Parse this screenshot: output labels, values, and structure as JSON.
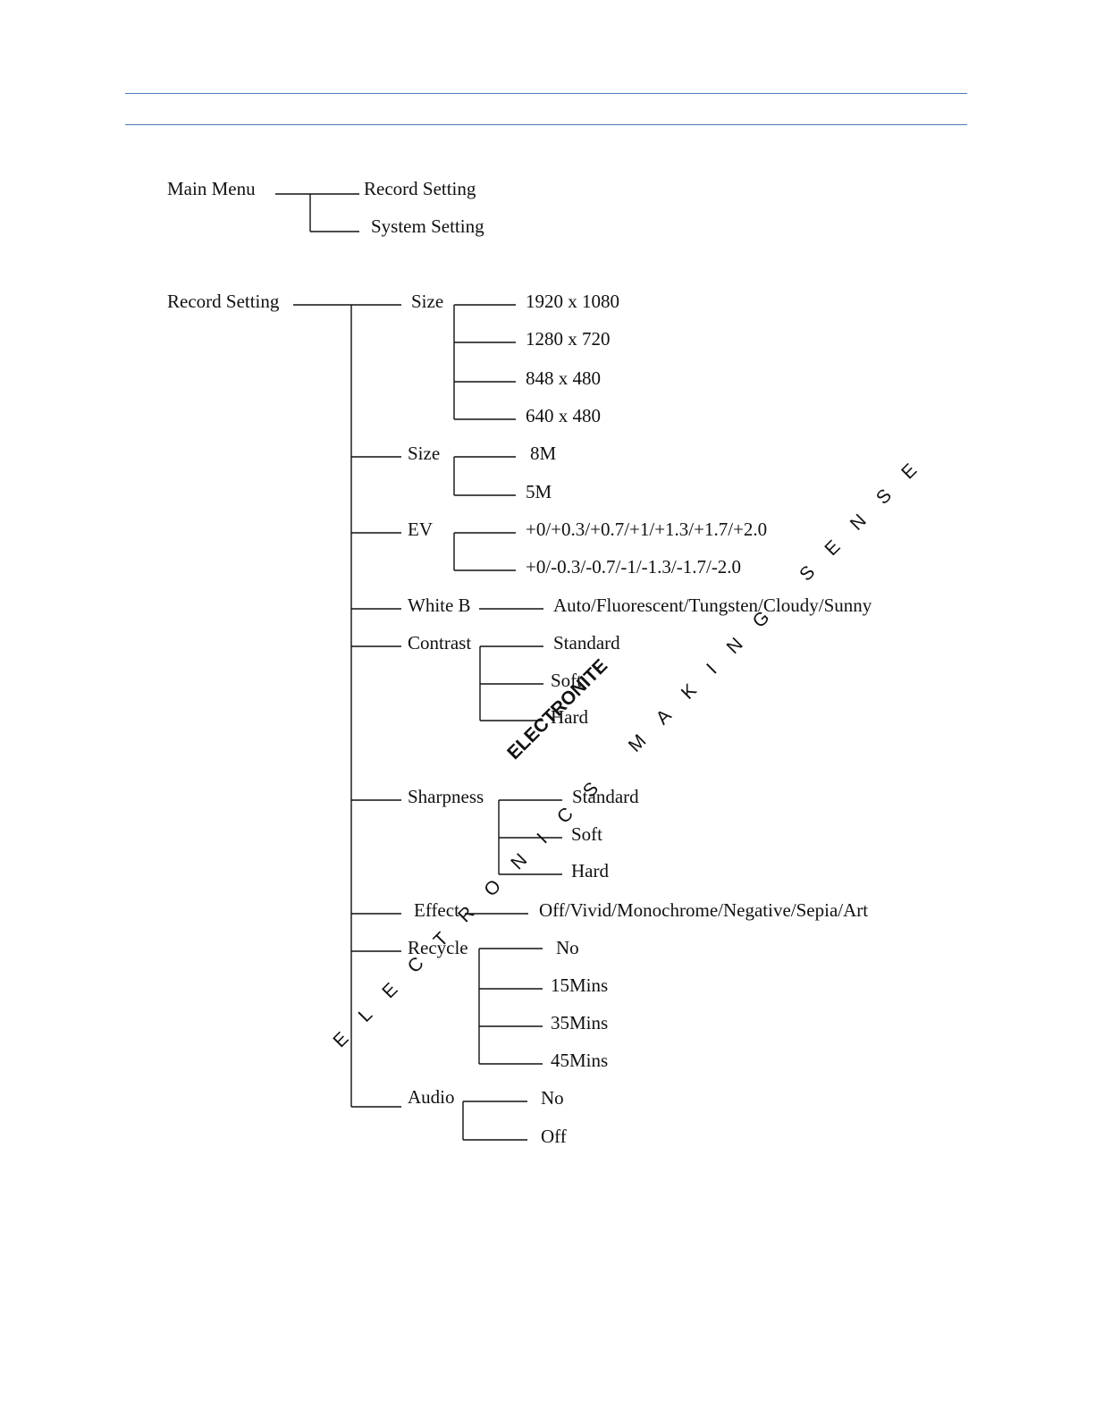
{
  "watermark": {
    "logo_text": "ELECTRONITE",
    "tagline": "ELECTRONICS MAKING SENSE",
    "colors": {
      "blue": "#dde6f3",
      "red": "#fbe2e2",
      "tagline_blue": "#d6e0ef",
      "tagline_red": "#f6cccc"
    }
  },
  "header_rule_color": "#4a7bb7",
  "main_menu": {
    "label": "Main Menu",
    "children": [
      "Record Setting",
      "System Setting"
    ]
  },
  "record_setting": {
    "label": "Record Setting",
    "groups": [
      {
        "label": "Size",
        "options": [
          "1920 x 1080",
          "1280 x 720",
          "848 x 480",
          "640 x 480"
        ]
      },
      {
        "label": "Size",
        "options": [
          "8M",
          "5M"
        ]
      },
      {
        "label": "EV",
        "options": [
          "+0/+0.3/+0.7/+1/+1.3/+1.7/+2.0",
          "+0/-0.3/-0.7/-1/-1.3/-1.7/-2.0"
        ]
      },
      {
        "label": "White B",
        "options": [
          "Auto/Fluorescent/Tungsten/Cloudy/Sunny"
        ]
      },
      {
        "label": "Contrast",
        "options": [
          "Standard",
          "Soft",
          "Hard"
        ]
      },
      {
        "label": "Sharpness",
        "options": [
          "Standard",
          "Soft",
          "Hard"
        ]
      },
      {
        "label": "Effect",
        "options": [
          "Off/Vivid/Monochrome/Negative/Sepia/Art"
        ]
      },
      {
        "label": "Recycle",
        "options": [
          "No",
          "15Mins",
          "35Mins",
          "45Mins"
        ]
      },
      {
        "label": "Audio",
        "options": [
          "No",
          "Off"
        ]
      }
    ]
  }
}
